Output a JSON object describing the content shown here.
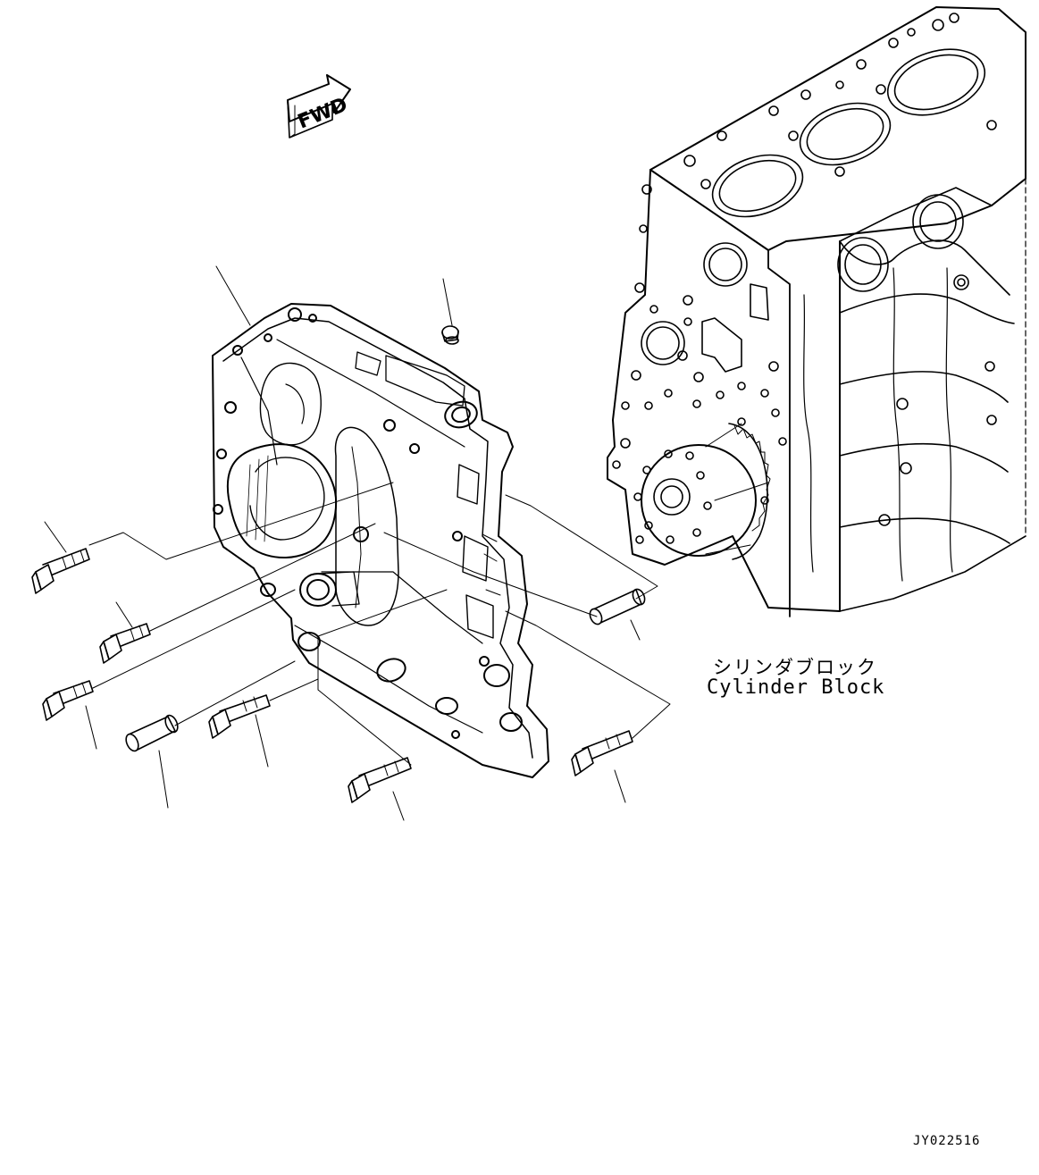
{
  "diagram": {
    "fwd_arrow_label": "FWD",
    "component_label_jp": "シリンダブロック",
    "component_label_en": "Cylinder Block",
    "drawing_id": "JY022516"
  },
  "colors": {
    "line": "#000000",
    "background": "#ffffff"
  }
}
